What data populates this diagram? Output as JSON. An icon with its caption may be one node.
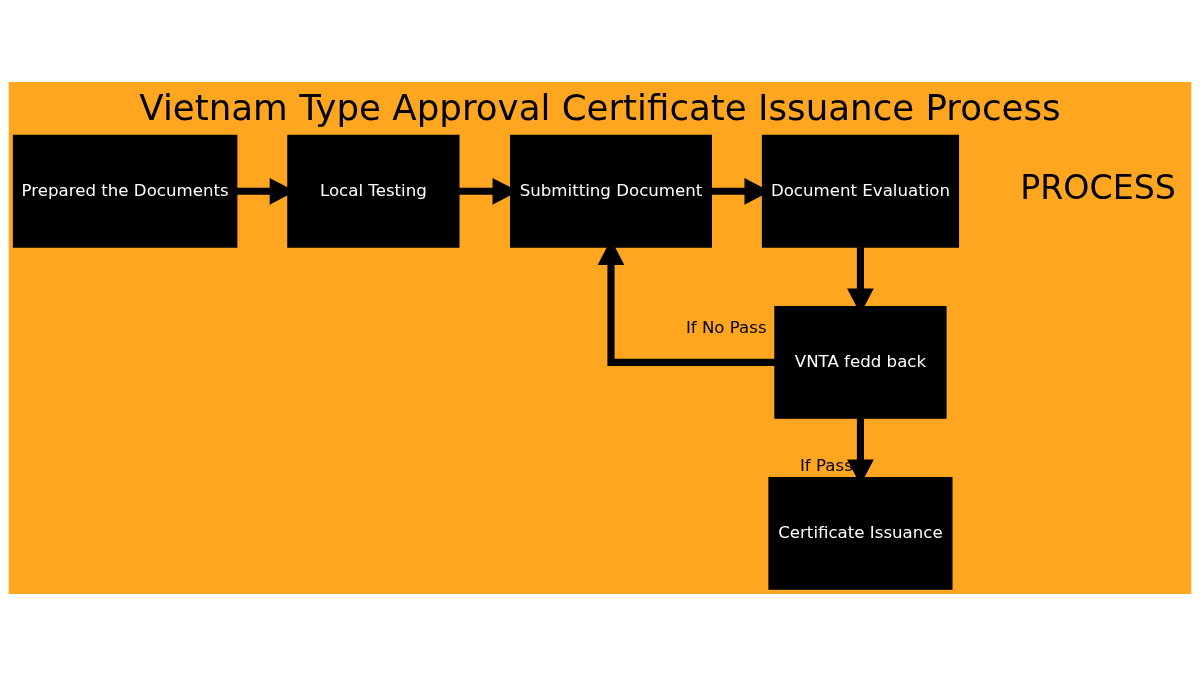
{
  "diagram": {
    "title": "Vietnam Type Approval Certificate Issuance Process",
    "nodes": [
      {
        "text": [
          "Prepared the Documents"
        ]
      },
      {
        "text": [
          "Local Testing"
        ]
      },
      {
        "text": [
          "Submitting Document"
        ]
      },
      {
        "text": [
          "Document Evaluation"
        ]
      },
      {
        "text": [
          "VNTA fedd back"
        ]
      },
      {
        "text": [
          "Certificate Issuance"
        ]
      }
    ],
    "edges": [
      {
        "from": 0,
        "to": 1,
        "arrow": "to"
      },
      {
        "from": 1,
        "to": 2,
        "arrow": "to"
      },
      {
        "from": 2,
        "to": 3,
        "arrow": "to"
      },
      {
        "from": 3,
        "to": 4,
        "arrow": "to"
      },
      {
        "from": 4,
        "to": 2,
        "arrow": "to",
        "label": "If No Pass"
      },
      {
        "from": 4,
        "to": 5,
        "arrow": "to",
        "label": "If Pass"
      }
    ],
    "labels": [
      "PROCESS"
    ]
  }
}
